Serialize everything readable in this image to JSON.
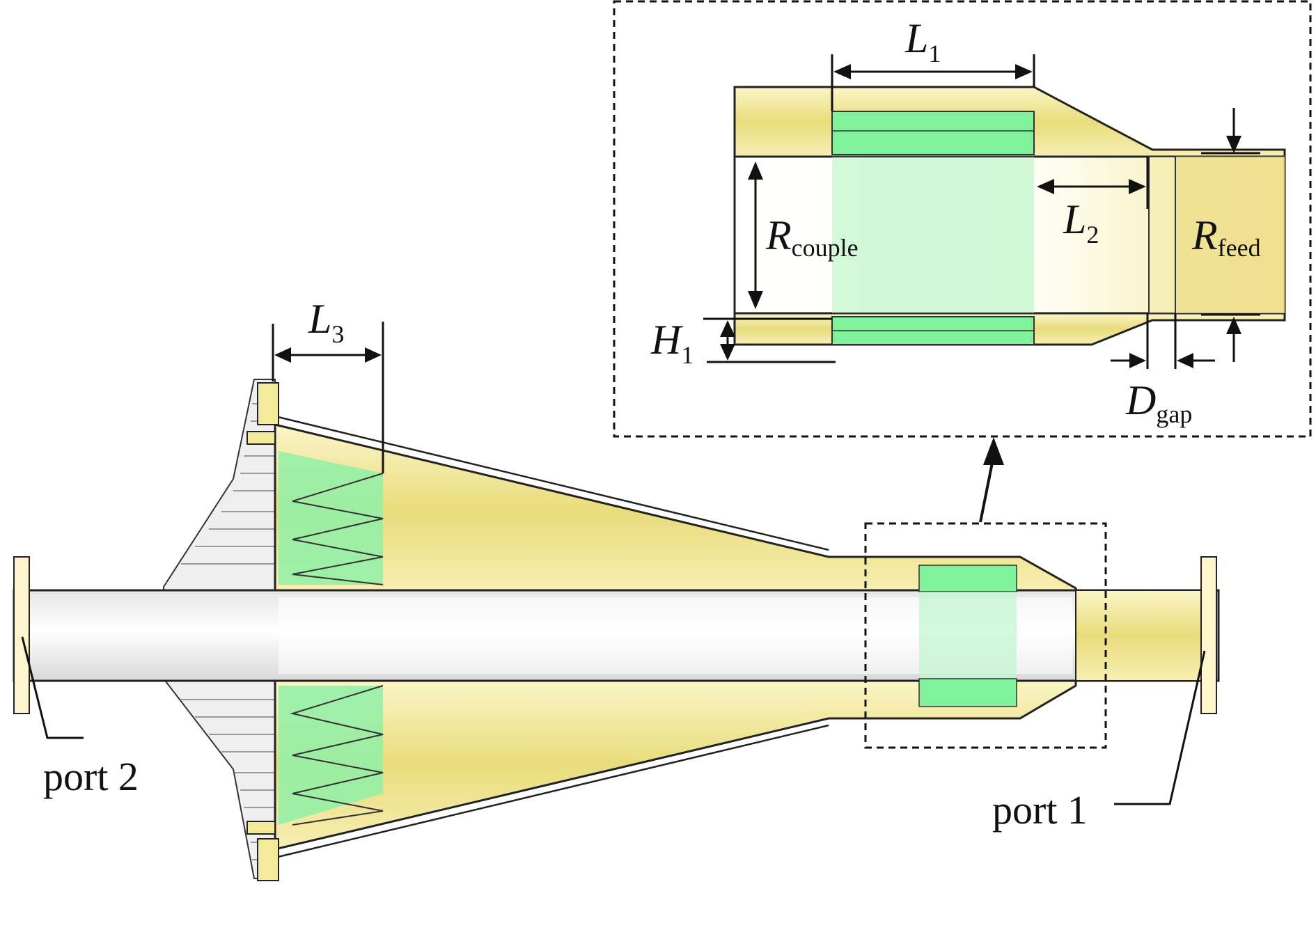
{
  "colors": {
    "metal": "#f1e79a",
    "metal_dark": "#d9c85a",
    "dielectric": "#7ff29a",
    "dielectric_light": "#c9f7d2",
    "edge": "#222222",
    "flange": "#d8d8d8"
  },
  "labels": {
    "L1": {
      "main": "L",
      "sub": "1"
    },
    "L2": {
      "main": "L",
      "sub": "2"
    },
    "L3": {
      "main": "L",
      "sub": "3"
    },
    "H1": {
      "main": "H",
      "sub": "1"
    },
    "Rcouple": {
      "main": "R",
      "sub": "couple"
    },
    "Rfeed": {
      "main": "R",
      "sub": "feed"
    },
    "Dgap": {
      "main": "D",
      "sub": "gap"
    }
  },
  "ports": {
    "port1": "port 1",
    "port2": "port 2"
  }
}
